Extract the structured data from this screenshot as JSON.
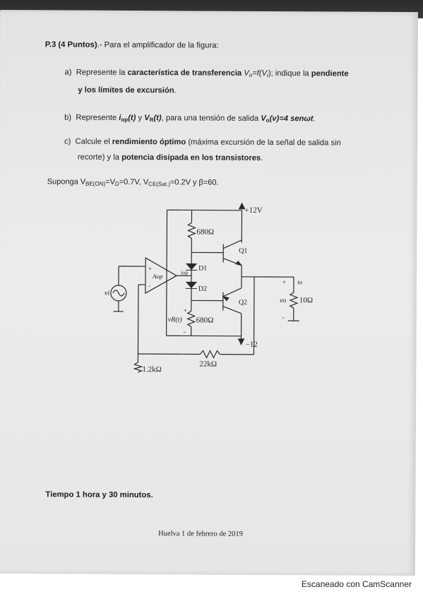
{
  "problem": {
    "title_bold": "P.3 (4 Puntos)",
    "title_rest": ".- Para el amplificador de la figura:",
    "items": [
      {
        "letter": "a)",
        "t1": "Represente la ",
        "b1": "característica de transferencia",
        "t2": " V",
        "t3": "o",
        "t4": "=f(V",
        "t5": "i",
        "t6": "); indique la ",
        "b2": "pendiente",
        "line2_bold": "y los límites de excursión",
        "line2_end": "."
      },
      {
        "letter": "b)",
        "t1": "Represente ",
        "b1": "i",
        "b1sub": "op",
        "b1end": "(t)",
        "t2": " y ",
        "b2": "V",
        "b2sub": "R",
        "b2end": "(t)",
        "t3": ", para una tensión de salida ",
        "b3": "V",
        "b3sub": "o",
        "b3end": "(v)=4 senωt",
        "t4": "."
      },
      {
        "letter": "c)",
        "t1": "Calcule el ",
        "b1": "rendimiento óptimo",
        "t2": " (máxima excursión de la señal de salida sin",
        "t3": "recorte) y la ",
        "b2": "potencia disipada en los transistores",
        "t4": "."
      }
    ],
    "assume": {
      "t1": "Suponga V",
      "s1": "BE(ON)",
      "t2": "=V",
      "s2": "D",
      "t3": "=0.7V, V",
      "s3": "CE(Sat.)",
      "t4": "=0.2V y β=60."
    }
  },
  "circuit": {
    "vcc": "+12V",
    "vee": "−12",
    "r_top": "680Ω",
    "r_bottom": "680Ω",
    "r_load": "10Ω",
    "r_feedback": "22kΩ",
    "r_ground": "1.2kΩ",
    "q1": "Q1",
    "q2": "Q2",
    "d1": "D1",
    "d2": "D2",
    "opamp": "Aop",
    "iop": "iop",
    "vi": "vi",
    "vo": "vo",
    "io": "io",
    "vr": "vR(t)",
    "plus": "+",
    "minus": "-"
  },
  "time_note": "Tiempo 1 hora y 30 minutos.",
  "place_date": "Huelva 1 de febrero de 2019",
  "scanner_brand": "Escaneado con CamScanner"
}
